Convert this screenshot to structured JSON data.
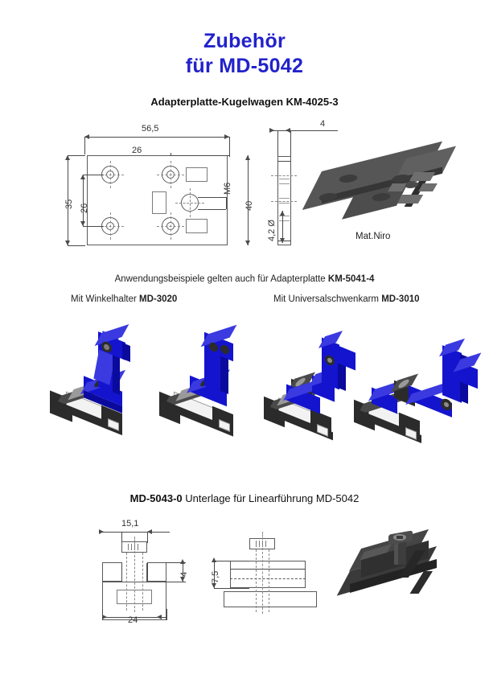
{
  "document": {
    "title_line1": "Zubehör",
    "title_line2": "für MD-5042",
    "title_color": "#2222cc"
  },
  "section_adapter": {
    "heading": "Adapterplatte-Kugelwagen KM-4025-3",
    "material_caption": "Mat.Niro",
    "dimensions": {
      "overall_width": "56,5",
      "hole_spacing_x": "26",
      "overall_height": "35",
      "hole_spacing_y": "26",
      "length_right": "40",
      "thread": "M6",
      "thickness": "4",
      "bore_diameter": "4,2 Ø"
    }
  },
  "section_examples": {
    "note_prefix": "Anwendungsbeispiele gelten auch für Adapterplatte ",
    "note_part": "KM-5041-4",
    "left_label_prefix": "Mit Winkelhalter ",
    "left_label_part": "MD-3020",
    "right_label_prefix": "Mit Universalschwenkarm ",
    "right_label_part": "MD-3010",
    "render_colors": {
      "bracket_blue": "#1414cf",
      "carriage_black": "#2b2b2b",
      "rail_white": "#f2f2f2"
    }
  },
  "section_unterlage": {
    "heading_part": "MD-5043-0",
    "heading_rest": " Unterlage für Linearführung MD-5042",
    "dimensions": {
      "top_width": "15,1",
      "flange_thickness": "4",
      "base_width": "24",
      "side_height": "7,5"
    }
  }
}
